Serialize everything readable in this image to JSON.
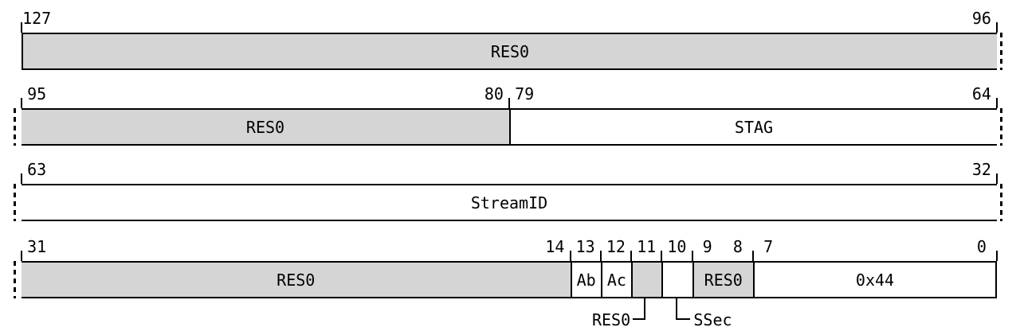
{
  "title": "128-bit register bit-field layout diagram",
  "colors": {
    "shaded_fill": "#d5d5d5",
    "plain_fill": "#ffffff",
    "line": "#000000"
  },
  "diagram": {
    "rows": [
      {
        "high": 127,
        "low": 96,
        "left_edge": "solid",
        "right_edge": "dashed",
        "fields": [
          {
            "label": "RES0",
            "high": 127,
            "low": 96,
            "shaded": true
          }
        ]
      },
      {
        "high": 95,
        "low": 64,
        "left_edge": "dashed",
        "right_edge": "dashed",
        "fields": [
          {
            "label": "RES0",
            "high": 95,
            "low": 80,
            "shaded": true
          },
          {
            "label": "STAG",
            "high": 79,
            "low": 64,
            "shaded": false
          }
        ]
      },
      {
        "high": 63,
        "low": 32,
        "left_edge": "dashed",
        "right_edge": "dashed",
        "fields": [
          {
            "label": "StreamID",
            "high": 63,
            "low": 32,
            "shaded": false
          }
        ]
      },
      {
        "high": 31,
        "low": 0,
        "left_edge": "dashed",
        "right_edge": "solid",
        "fields": [
          {
            "label": "RES0",
            "high": 31,
            "low": 14,
            "shaded": true
          },
          {
            "label": "Ab",
            "high": 13,
            "low": 13,
            "shaded": false
          },
          {
            "label": "Ac",
            "high": 12,
            "low": 12,
            "shaded": false
          },
          {
            "label": "",
            "high": 11,
            "low": 11,
            "shaded": true,
            "callout": "RES0",
            "callout_dir": "left"
          },
          {
            "label": "",
            "high": 10,
            "low": 10,
            "shaded": false,
            "callout": "SSec",
            "callout_dir": "right"
          },
          {
            "label": "RES0",
            "high": 9,
            "low": 8,
            "shaded": true
          },
          {
            "label": "0x44",
            "high": 7,
            "low": 0,
            "shaded": false
          }
        ]
      }
    ]
  }
}
